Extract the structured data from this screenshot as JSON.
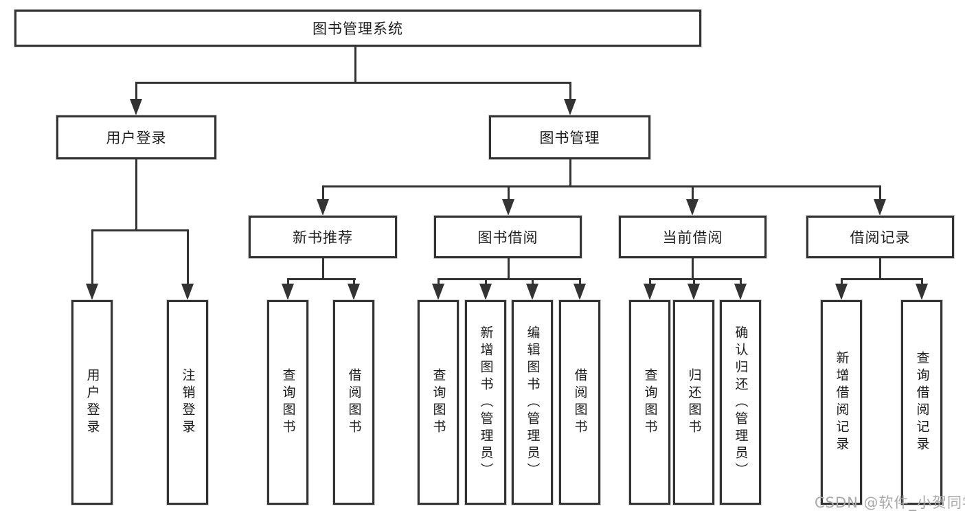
{
  "tree": {
    "label": "图书管理系统",
    "children": [
      {
        "label": "用户登录",
        "children": [
          {
            "label": "用户登录"
          },
          {
            "label": "注销登录"
          }
        ]
      },
      {
        "label": "图书管理",
        "children": [
          {
            "label": "新书推荐",
            "children": [
              {
                "label": "查询图书"
              },
              {
                "label": "借阅图书"
              }
            ]
          },
          {
            "label": "图书借阅",
            "children": [
              {
                "label": "查询图书"
              },
              {
                "label": "新增图书（管理员）"
              },
              {
                "label": "编辑图书（管理员）"
              },
              {
                "label": "借阅图书"
              }
            ]
          },
          {
            "label": "当前借阅",
            "children": [
              {
                "label": "查询图书"
              },
              {
                "label": "归还图书"
              },
              {
                "label": "确认归还（管理员）"
              }
            ]
          },
          {
            "label": "借阅记录",
            "children": [
              {
                "label": "新增借阅记录"
              },
              {
                "label": "查询借阅记录"
              }
            ]
          }
        ]
      }
    ]
  },
  "watermark": "CSDN @软件_小贺同学",
  "colors": {
    "line": "#333333",
    "text": "#1c1c1c",
    "watermark": "#a9a9a9",
    "background": "#ffffff"
  }
}
